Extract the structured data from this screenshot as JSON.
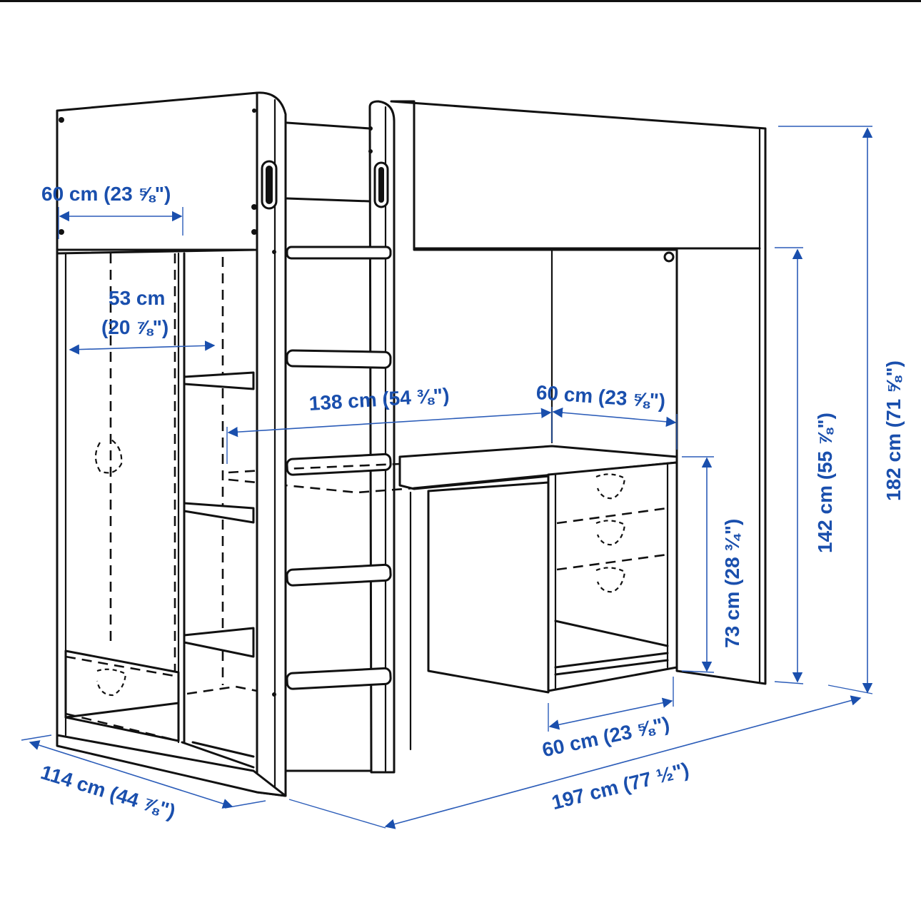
{
  "figure": {
    "type": "product-dimension-drawing",
    "subject": "Loft bed with wardrobe, shelves, ladder and desk with drawers",
    "colors": {
      "dimension": "#1a4fad",
      "line_art": "#111111",
      "background": "#ffffff"
    }
  },
  "dimensions": {
    "wardrobe_width": "60 cm (23 ⅝\")",
    "wardrobe_inner_width_cm": "53 cm",
    "wardrobe_inner_width_in": "(20 ⅞\")",
    "desk_length": "138 cm (54 ⅜\")",
    "desk_depth_top": "60 cm (23 ⅝\")",
    "desk_height": "73 cm (28 ¾\")",
    "clearance_height": "142 cm (55 ⅞\")",
    "total_height": "182 cm (71 ⅝\")",
    "drawer_unit_depth": "60 cm (23 ⅝\")",
    "total_length": "197 cm (77 ½\")",
    "total_width": "114 cm (44 ⅞\")"
  }
}
